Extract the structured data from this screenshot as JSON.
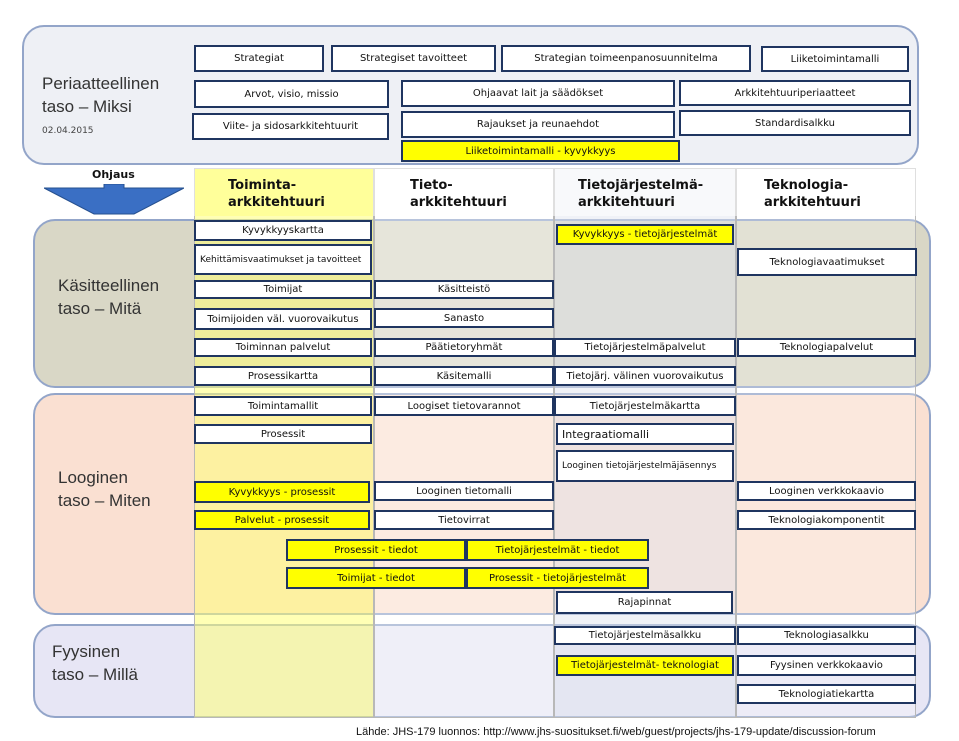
{
  "levels": {
    "principle": {
      "title": "Periaatteellinen\ntaso – Miksi",
      "date": "02.04.2015"
    },
    "conceptual": {
      "title": "Käsitteellinen\ntaso – Mitä"
    },
    "logical": {
      "title": "Looginen\ntaso – Miten"
    },
    "physical": {
      "title": "Fyysinen\ntaso – Millä"
    }
  },
  "guidance_label": "Ohjaus",
  "columns": {
    "business": "Toiminta-\narkkitehtuuri",
    "information": "Tieto-\narkkitehtuuri",
    "system": "Tietojärjestelmä-\narkkitehtuuri",
    "technology": "Teknologia-\narkkitehtuuri"
  },
  "principle_boxes": [
    "Strategiat",
    "Strategiset tavoitteet",
    "Strategian toimeenpanosuunnitelma",
    "Liiketoimintamalli",
    "Arvot, visio, missio",
    "Ohjaavat lait ja säädökset",
    "Arkkitehtuuriperiaatteet",
    "Viite- ja sidosarkkitehtuurit",
    "Rajaukset ja reunaehdot",
    "Standardisalkku",
    "Liiketoimintamalli - kyvykkyys"
  ],
  "business_boxes": [
    "Kyvykkyyskartta",
    "Kehittämisvaatimukset ja tavoitteet",
    "Toimijat",
    "Toimijoiden väl. vuorovaikutus",
    "Toiminnan palvelut",
    "Prosessikartta",
    "Toimintamallit",
    "Prosessit",
    "Kyvykkyys - prosessit",
    "Palvelut - prosessit"
  ],
  "information_boxes": [
    "Käsitteistö",
    "Sanasto",
    "Päätietoryhmät",
    "Käsitemalli",
    "Loogiset tietovarannot",
    "Looginen tietomalli",
    "Tietovirrat"
  ],
  "system_boxes": [
    "Kyvykkyys - tietojärjestelmät",
    "Tietojärjestelmäpalvelut",
    "Tietojärj. välinen vuorovaikutus",
    "Tietojärjestelmäkartta",
    "Integraatiomalli",
    "Looginen tietojärjestelmäjäsennys",
    "Rajapinnat",
    "Tietojärjestelmäsalkku",
    "Tietojärjestelmät- teknologiat"
  ],
  "technology_boxes": [
    "Teknologiavaatimukset",
    "Teknologiapalvelut",
    "Looginen verkkokaavio",
    "Teknologiakomponentit",
    "Teknologiasalkku",
    "Fyysinen verkkokaavio",
    "Teknologiatiekartta"
  ],
  "cross_boxes": [
    "Prosessit - tiedot",
    "Tietojärjestelmät - tiedot",
    "Toimijat - tiedot",
    "Prosessit - tietojärjestelmät"
  ],
  "source": "Lähde: JHS-179 luonnos: http://www.jhs-suositukset.fi/web/guest/projects/jhs-179-update/discussion-forum",
  "colors": {
    "band_border": "#93a5c9",
    "box_border": "#1f3560",
    "highlight": "#ffff00",
    "arrow": "#3a6fc4"
  }
}
